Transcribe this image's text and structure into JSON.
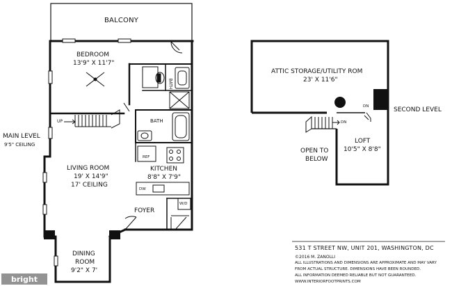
{
  "plan_labels": {
    "balcony": "BALCONY",
    "bedroom_name": "BEDROOM",
    "bedroom_dim": "13'9\" X 11'7\"",
    "bath_vertical": "BATH",
    "bath": "BATH",
    "up": "UP",
    "main_level": "MAIN LEVEL",
    "main_ceiling": "9'5\" CEILING",
    "living_name": "LIVING ROOM",
    "living_dim": "19' X 14'9\"",
    "living_ceiling": "17' CEILING",
    "ref": "REF",
    "kitchen_name": "KITCHEN",
    "kitchen_dim": "8'8\" X 7'9\"",
    "dw": "DW",
    "wd": "W/D",
    "foyer": "FOYER",
    "dining_name": "DINING",
    "dining_name2": "ROOM",
    "dining_dim": "9'2\" X 7'",
    "attic_name": "ATTIC STORAGE/UTILITY ROM",
    "attic_dim": "23' X 11'6\"",
    "dn1": "DN",
    "dn2": "DN",
    "second_level": "SECOND LEVEL",
    "loft_name": "LOFT",
    "loft_dim": "10'5\" X 8'8\"",
    "open_to": "OPEN TO",
    "below": "BELOW"
  },
  "footer": {
    "address": "531 T STREET NW, UNIT 201, WASHINGTON, DC",
    "copyright": "©2016 M. ZANOLLI",
    "line1": "ALL ILLUSTRATIONS AND DIMENSIONS ARE APPROXIMATE AND MAY VARY",
    "line2": "FROM ACTUAL STRUCTURE. DIMENSIONS HAVE BEEN ROUNDED.",
    "line3": "ALL INFORMATION DEEMED RELIABLE BUT NOT GUARANTEED.",
    "line4": "WWW.INTERIORFOOTPRINTS.COM"
  },
  "watermark": "bright"
}
